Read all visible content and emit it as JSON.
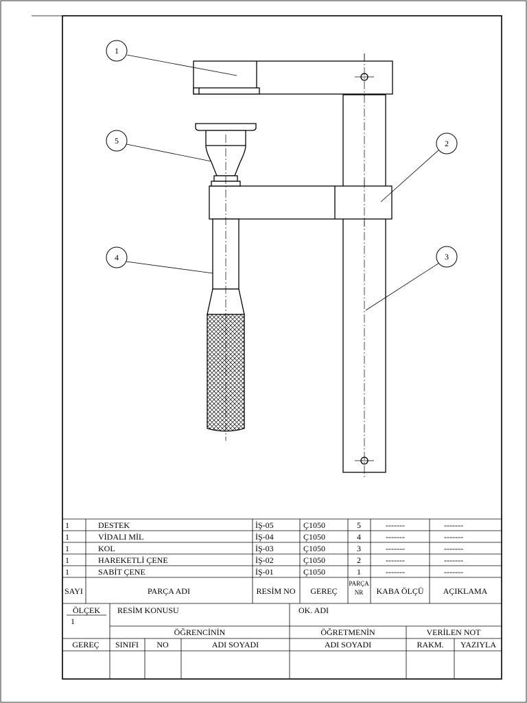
{
  "callouts": [
    "1",
    "2",
    "3",
    "4",
    "5"
  ],
  "parts_list": {
    "rows": [
      {
        "qty": "1",
        "name": "DESTEK",
        "drawing_no": "İŞ-05",
        "material": "Ç1050",
        "part_no": "5",
        "rough_size": "-------",
        "note": "-------"
      },
      {
        "qty": "1",
        "name": "VİDALI MİL",
        "drawing_no": "İŞ-04",
        "material": "Ç1050",
        "part_no": "4",
        "rough_size": "-------",
        "note": "-------"
      },
      {
        "qty": "1",
        "name": "KOL",
        "drawing_no": "İŞ-03",
        "material": "Ç1050",
        "part_no": "3",
        "rough_size": "-------",
        "note": "-------"
      },
      {
        "qty": "1",
        "name": "HAREKETLİ ÇENE",
        "drawing_no": "İŞ-02",
        "material": "Ç1050",
        "part_no": "2",
        "rough_size": "-------",
        "note": "-------"
      },
      {
        "qty": "1",
        "name": "SABİT ÇENE",
        "drawing_no": "İŞ-01",
        "material": "Ç1050",
        "part_no": "1",
        "rough_size": "-------",
        "note": "-------"
      }
    ],
    "headers": {
      "qty": "SAYI",
      "name": "PARÇA ADI",
      "drawing_no": "RESİM NO",
      "material": "GEREÇ",
      "part_no_top": "PARÇA",
      "part_no_bottom": "NR",
      "rough_size": "KABA ÖLÇÜ",
      "note": "AÇIKLAMA"
    }
  },
  "title_block": {
    "scale_label": "ÖLÇEK",
    "scale_value": "1",
    "subject_label": "RESİM KONUSU",
    "school_label": "OK. ADI",
    "student_label": "ÖĞRENCİNİN",
    "teacher_label": "ÖĞRETMENİN",
    "grade_label": "VERİLEN NOT",
    "material_label": "GEREÇ",
    "class_label": "SINIFI",
    "number_label": "NO",
    "student_name_label": "ADI SOYADI",
    "teacher_name_label": "ADI SOYADI",
    "digits_label": "RAKM.",
    "words_label": "YAZIYLA"
  }
}
